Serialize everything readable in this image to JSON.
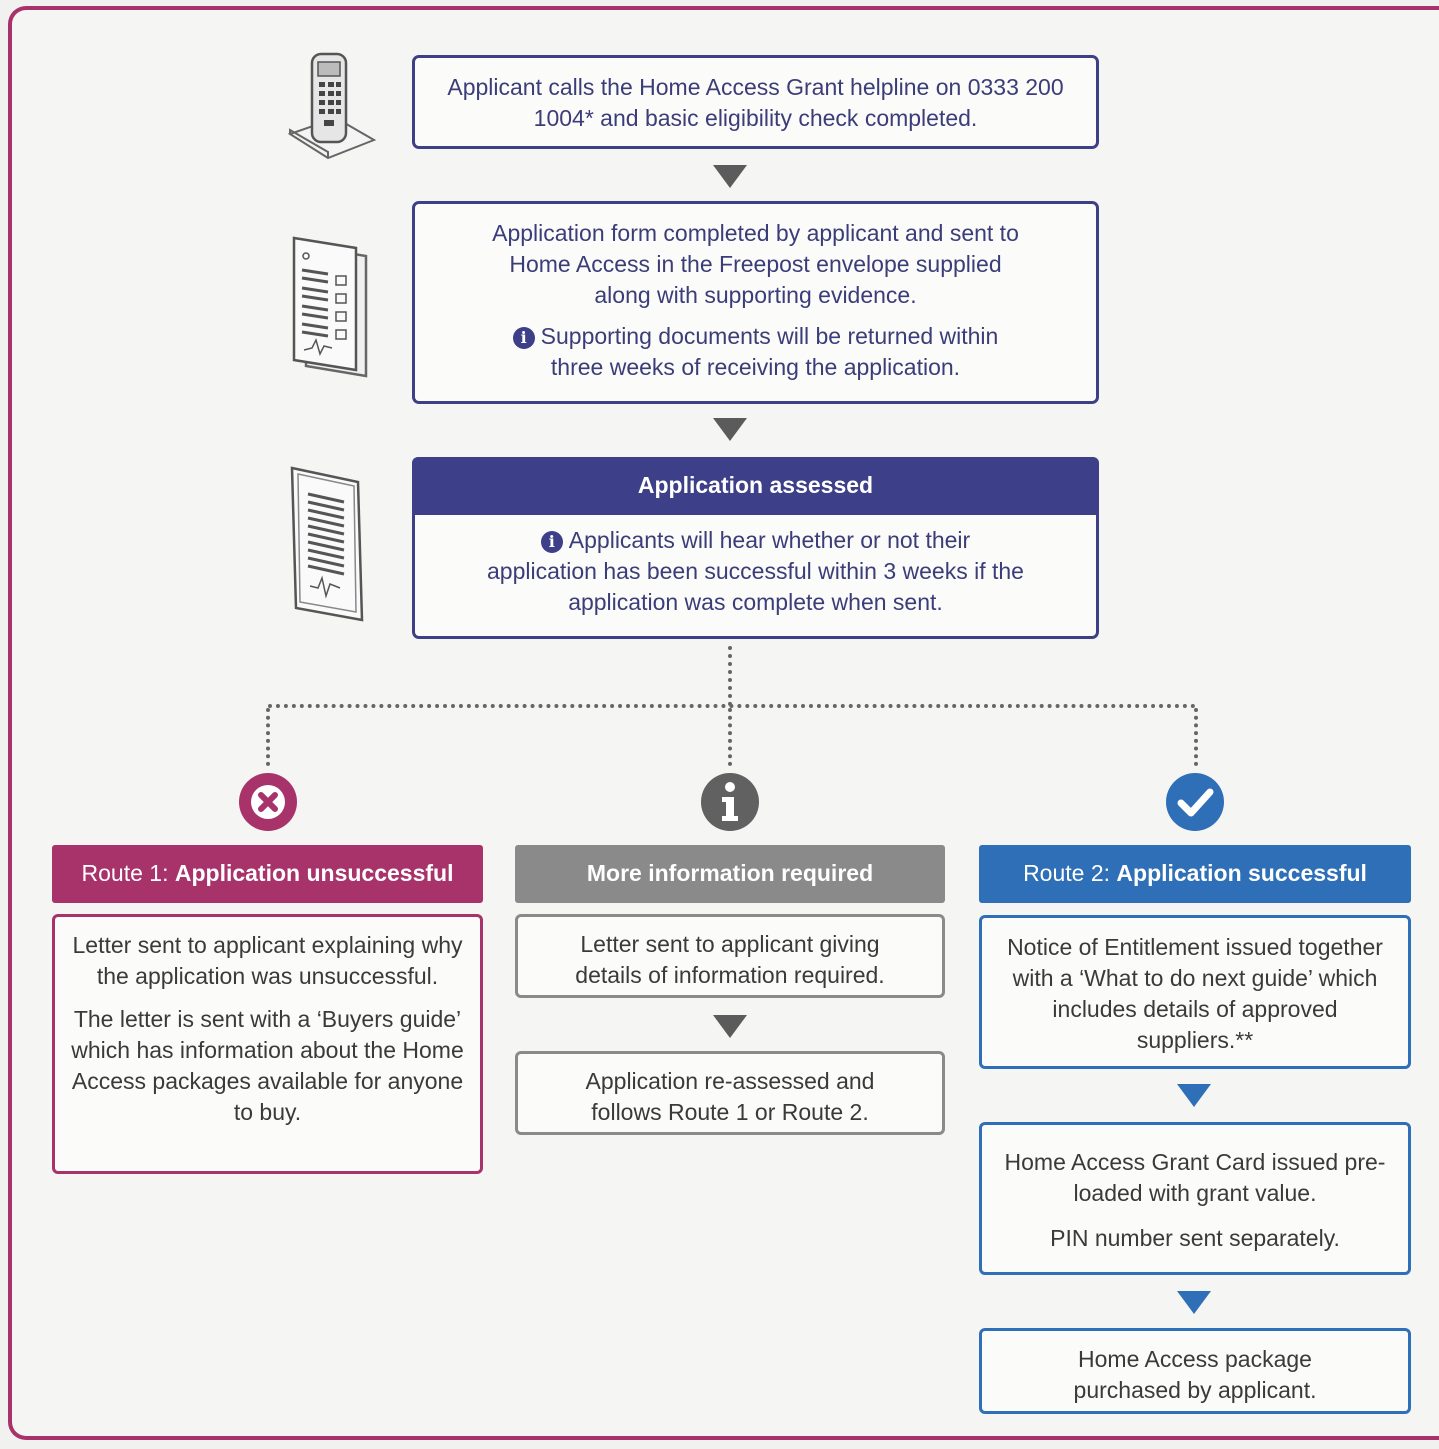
{
  "steps": {
    "call": {
      "text": "Applicant calls the Home Access Grant helpline on 0333 200 1004* and basic eligibility check completed."
    },
    "form": {
      "text": "Application form completed by applicant and sent to Home Access in the Freepost envelope supplied along with supporting evidence.",
      "info": "Supporting documents will be returned within three weeks of receiving the application."
    },
    "assessed": {
      "title": "Application assessed",
      "info": "Applicants will hear whether or not their application has been successful within 3 weeks if the application was complete when sent."
    }
  },
  "routes": {
    "unsuccessful": {
      "prefix": "Route 1: ",
      "title": "Application unsuccessful",
      "para1": "Letter sent to applicant explaining why the application was unsuccessful.",
      "para2": "The letter is sent with a ‘Buyers guide’ which has information about the Home Access packages available for anyone to buy."
    },
    "more_info": {
      "title": "More information required",
      "box1": "Letter sent to applicant giving details of information required.",
      "box2": "Application re-assessed and follows Route 1 or Route 2."
    },
    "successful": {
      "prefix": "Route 2: ",
      "title": "Application successful",
      "box1": "Notice of Entitlement issued together with a ‘What to do next guide’ which includes details of approved suppliers.**",
      "box2a": "Home Access Grant Card issued pre-loaded with grant value.",
      "box2b": "PIN number sent separately.",
      "box3": "Home Access package purchased by applicant."
    }
  },
  "icons": {
    "phone": "phone-icon",
    "form": "form-document-icon",
    "assessed": "assessed-document-icon",
    "unsuccessful": "cross-circle-icon",
    "more_info": "info-circle-icon",
    "successful": "check-circle-icon",
    "info_inline": "info-icon"
  },
  "colors": {
    "navy": "#3d3f88",
    "magenta": "#a8336b",
    "gray": "#8a8a8a",
    "blue": "#2f6fb7",
    "arrow": "#5b5b5b"
  }
}
